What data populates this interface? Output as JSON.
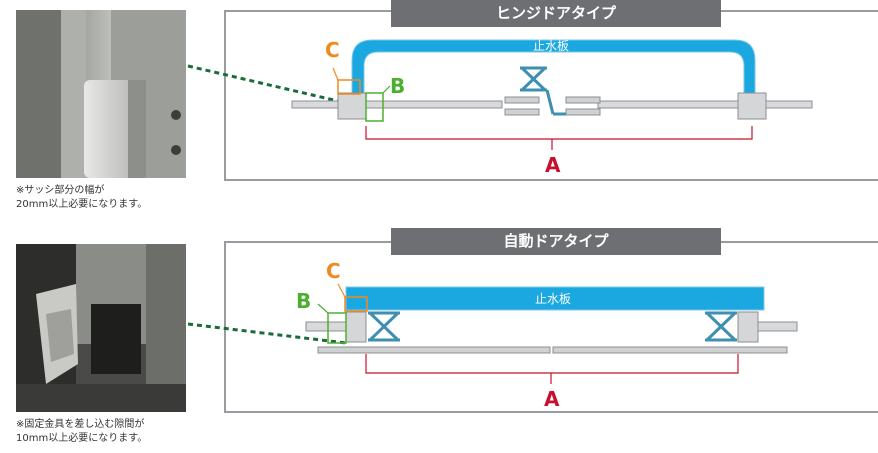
{
  "sections": [
    {
      "title": "ヒンジドアタイプ",
      "board_label": "止水板",
      "label_a": "A",
      "label_b": "B",
      "label_c": "C",
      "note_line1": "※サッシ部分の幅が",
      "note_line2": "20mm以上必要になります。"
    },
    {
      "title": "自動ドアタイプ",
      "board_label": "止水板",
      "label_a": "A",
      "label_b": "B",
      "label_c": "C",
      "note_line1": "※固定金具を差し込む隙間が",
      "note_line2": "10mm以上必要になります。"
    }
  ],
  "colors": {
    "board_blue": "#1ba7e0",
    "label_a_red": "#c8102e",
    "label_b_green": "#4caf30",
    "label_c_orange": "#f08a1c",
    "banner_gray": "#6e6f73",
    "frame_gray": "#9a9ba0",
    "connector_green": "#1a6b3a"
  }
}
